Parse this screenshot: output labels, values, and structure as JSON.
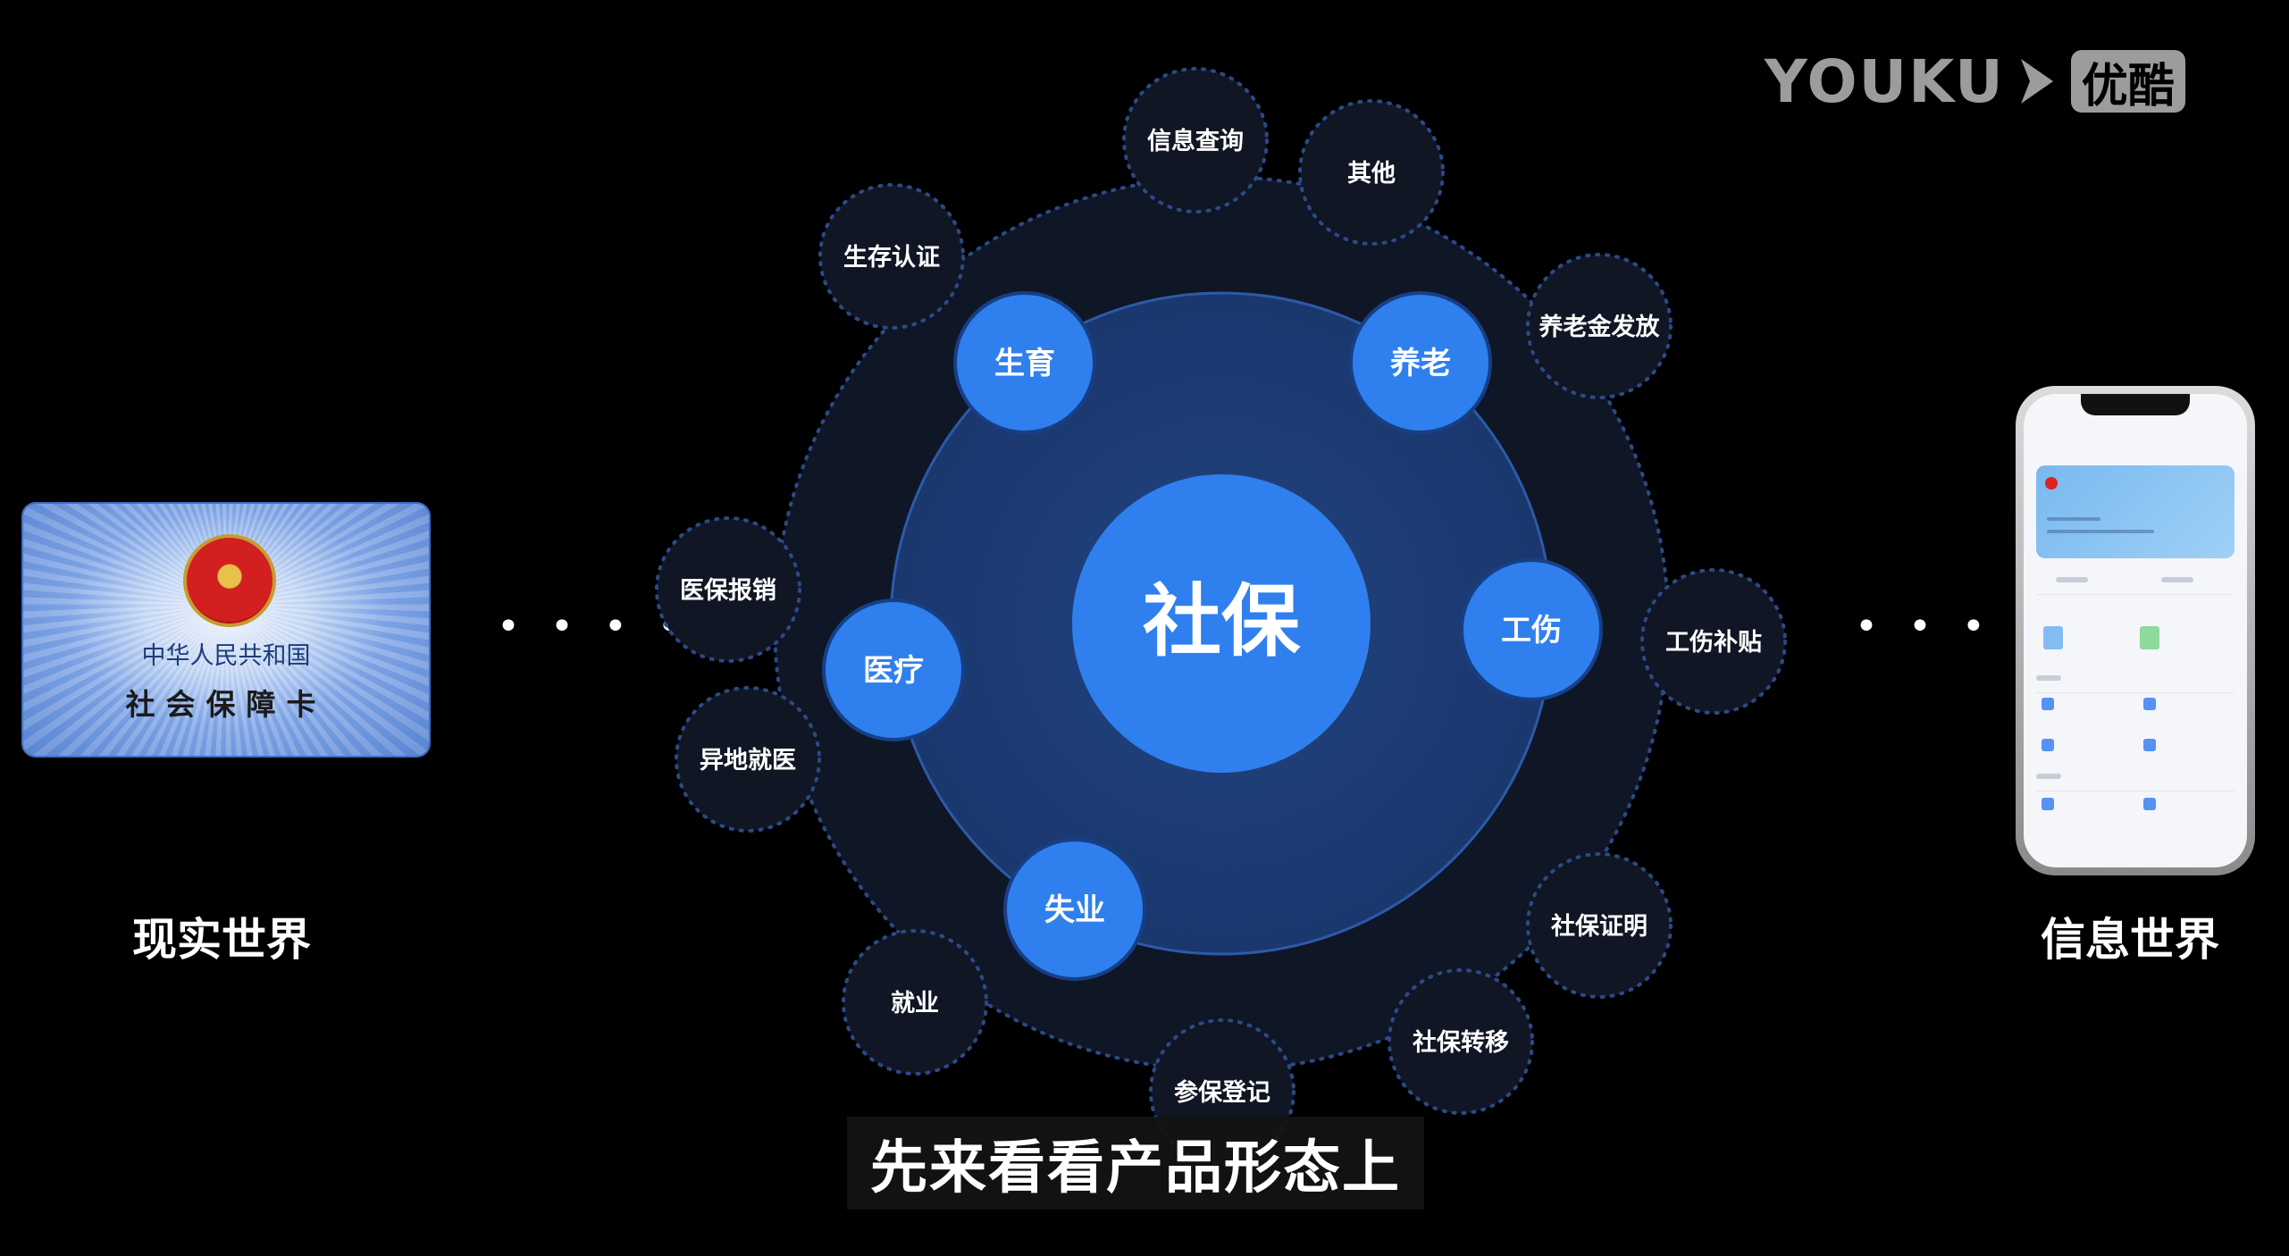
{
  "watermark": {
    "word": "YOUKU",
    "badge": "优酷"
  },
  "card": {
    "line1": "中华人民共和国",
    "line2": "社会保障卡"
  },
  "connectors": {
    "left": "• • • • •",
    "right": "• • • • •"
  },
  "labels": {
    "left_world": "现实世界",
    "right_world": "信息世界"
  },
  "diagram": {
    "center": "社保",
    "inner_nodes": [
      "生育",
      "养老",
      "工伤",
      "失业",
      "医疗"
    ],
    "outer_nodes": [
      "信息查询",
      "其他",
      "养老金发放",
      "工伤补贴",
      "社保证明",
      "社保转移",
      "参保登记",
      "就业",
      "异地就医",
      "医保报销",
      "生存认证"
    ]
  },
  "colors": {
    "center": "#2f80ee",
    "inner": "#2f80ee",
    "ring": "#1c3a78",
    "outer": "#101520"
  },
  "subtitle": "先来看看产品形态上"
}
